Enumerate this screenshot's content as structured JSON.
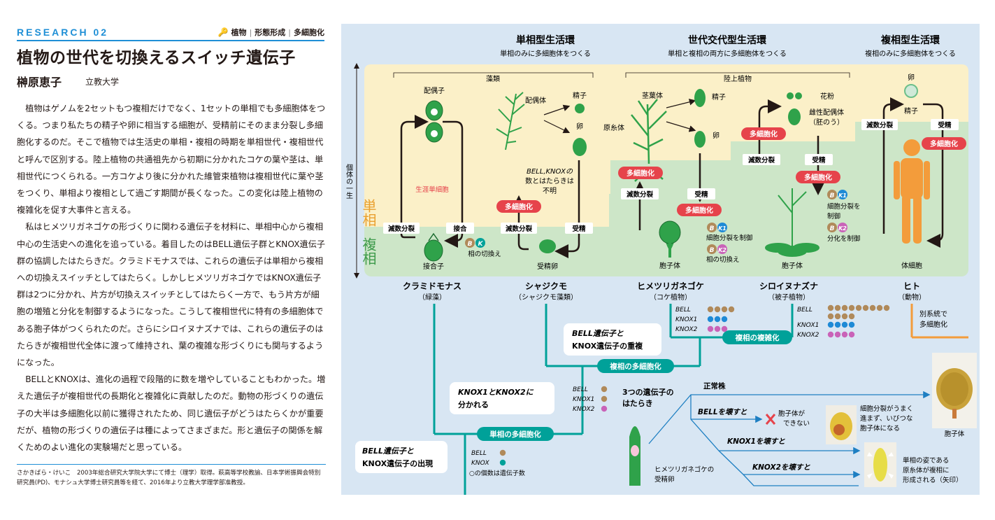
{
  "article": {
    "section_label": "RESEARCH 02",
    "tags": [
      "植物",
      "形態形成",
      "多細胞化"
    ],
    "title": "植物の世代を切換えるスイッチ遺伝子",
    "author": "榊原恵子",
    "affiliation": "立教大学",
    "paragraphs": [
      "植物はゲノムを2セットもつ複相だけでなく、1セットの単相でも多細胞体をつくる。つまり私たちの精子や卵に相当する細胞が、受精前にそのまま分裂し多細胞化するのだ。そこで植物では生活史の単相・複相の時期を単相世代・複相世代と呼んで区別する。陸上植物の共通祖先から初期に分かれたコケの葉や茎は、単相世代につくられる。一方コケより後に分かれた維管束植物は複相世代に葉や茎をつくり、単相より複相として過ごす期間が長くなった。この変化は陸上植物の複雑化を促す大事件と言える。",
      "私はヒメツリガネゴケの形づくりに関わる遺伝子を材料に、単相中心から複相中心の生活史への進化を追っている。着目したのはBELL遺伝子群とKNOX遺伝子群の協調したはたらきだ。クラミドモナスでは、これらの遺伝子は単相から複相への切換えスイッチとしてはたらく。しかしヒメツリガネゴケではKNOX遺伝子群は2つに分かれ、片方が切換えスイッチとしてはたらく一方で、もう片方が細胞の増殖と分化を制御するようになった。こうして複相世代に特有の多細胞体である胞子体がつくられたのだ。さらにシロイヌナズナでは、これらの遺伝子のはたらきが複相世代全体に渡って維持され、葉の複雑な形づくりにも関与するようになった。",
      "BELLとKNOXは、進化の過程で段階的に数を増やしていることもわかった。増えた遺伝子が複相世代の長期化と複雑化に貢献したのだ。動物の形づくりの遺伝子の大半は多細胞化以前に獲得されたため、同じ遺伝子がどうはたらくかが重要だが、植物の形づくりの遺伝子は種によってさまざまだ。形と遺伝子の関係を解くためのよい進化の実験場だと思っている。"
    ],
    "bio": "さかきばら・けいこ　2003年総合研究大学院大学にて博士（理学）取得。萩高等学校教諭、日本学術振興会特別研究員(PD)、モナシュ大学博士研究員等を経て、2016年より立教大学理学部准教授。"
  },
  "figure": {
    "headers": [
      {
        "title": "単相型生活環",
        "sub": "単相のみに多細胞体をつくる"
      },
      {
        "title": "世代交代型生活環",
        "sub": "単相と複相の両方に多細胞体をつくる"
      },
      {
        "title": "複相型生活環",
        "sub": "複相のみに多細胞体をつくる"
      }
    ],
    "axis": {
      "label": "個体の一生",
      "haploid": "単相",
      "diploid": "複相"
    },
    "groups": {
      "algae": "藻類",
      "land": "陸上植物"
    },
    "labels": {
      "gamete": "配偶子",
      "lifelong_single": "生涯単細胞",
      "zygote": "接合子",
      "meiosis": "減数分裂",
      "fusion": "接合",
      "fertilization": "受精",
      "phase_switch": "相の切換え",
      "gametophyte": "配偶体",
      "sperm": "精子",
      "egg": "卵",
      "unknown_note_1": "BELL,KNOXの",
      "unknown_note_2": "数とはたらきは",
      "unknown_note_3": "不明",
      "multicellular": "多細胞化",
      "fertilized_egg": "受精卵",
      "gametophore": "茎葉体",
      "protonema": "原糸体",
      "sporophyte": "胞子体",
      "cell_div_ctrl": "細胞分裂を制御",
      "pollen": "花粉",
      "female_gametophyte": "雌性配偶体",
      "embryo_sac": "（胚のう）",
      "cell_div_ctrl2": "細胞分裂を",
      "ctrl": "制御",
      "diff_ctrl": "分化を制御",
      "body_cell": "体細胞"
    },
    "species": [
      {
        "name": "クラミドモナス",
        "group": "（緑藻）"
      },
      {
        "name": "シャジクモ",
        "group": "（シャジクモ藻類）"
      },
      {
        "name": "ヒメツリガネゴケ",
        "group": "（コケ植物）"
      },
      {
        "name": "シロイヌナズナ",
        "group": "（被子植物）"
      },
      {
        "name": "ヒト",
        "group": "（動物）"
      }
    ],
    "human_note": [
      "別系統で",
      "多細胞化"
    ],
    "gene_names": {
      "bell": "BELL",
      "knox": "KNOX",
      "knox1": "KNOX1",
      "knox2": "KNOX2",
      "b": "B",
      "k": "K",
      "k1": "K1",
      "k2": "K2"
    },
    "gene_counts": {
      "root": {
        "bell": 1,
        "knox": 1
      },
      "knox_split": {
        "bell": 1,
        "knox1": 1,
        "knox2": 1
      },
      "moss": {
        "bell": 4,
        "knox1": 3,
        "knox2": 3
      },
      "arabidopsis": {
        "bell": 13,
        "knox1": 4,
        "knox2": 4
      }
    },
    "events": {
      "origin_1": "BELL遺伝子と",
      "origin_2": "KNOX遺伝子の出現",
      "split_1": "KNOX1とKNOX2に",
      "split_2": "分かれる",
      "dup_1": "BELL遺伝子と",
      "dup_2": "KNOX遺伝子の重複"
    },
    "branches": {
      "haploid_multi": "単相の多細胞化",
      "diploid_multi": "複相の多細胞化",
      "diploid_complex": "複相の複雑化"
    },
    "count_note": "○の個数は遺伝子数",
    "experiment": {
      "title_1": "3つの遺伝子の",
      "title_2": "はたらき",
      "normal": "正常株",
      "bell_ko": "BELLを壊すと",
      "knox1_ko": "KNOX1を壊すと",
      "knox2_ko": "KNOX2を壊すと",
      "no_sporophyte_1": "胞子体が",
      "no_sporophyte_2": "できない",
      "knox1_result": [
        "細胞分裂がうまく",
        "進まず、いびつな",
        "胞子体になる"
      ],
      "knox2_result": [
        "単相の姿である",
        "原糸体が複相に",
        "形成される（矢印）"
      ],
      "sporophyte_label": "胞子体",
      "zygote_caption_1": "ヒメツリガネゴケの",
      "zygote_caption_2": "受精卵"
    },
    "colors": {
      "bg": "#d8e6f3",
      "haploid": "#fbf0c8",
      "diploid": "#cde6c8",
      "teal": "#00a199",
      "red": "#e6434b",
      "orange": "#f39c3b",
      "bell": "#b08a5a",
      "knox1": "#1e8ad6",
      "knox2": "#c963b8",
      "green_plant": "#2fa24a"
    }
  }
}
